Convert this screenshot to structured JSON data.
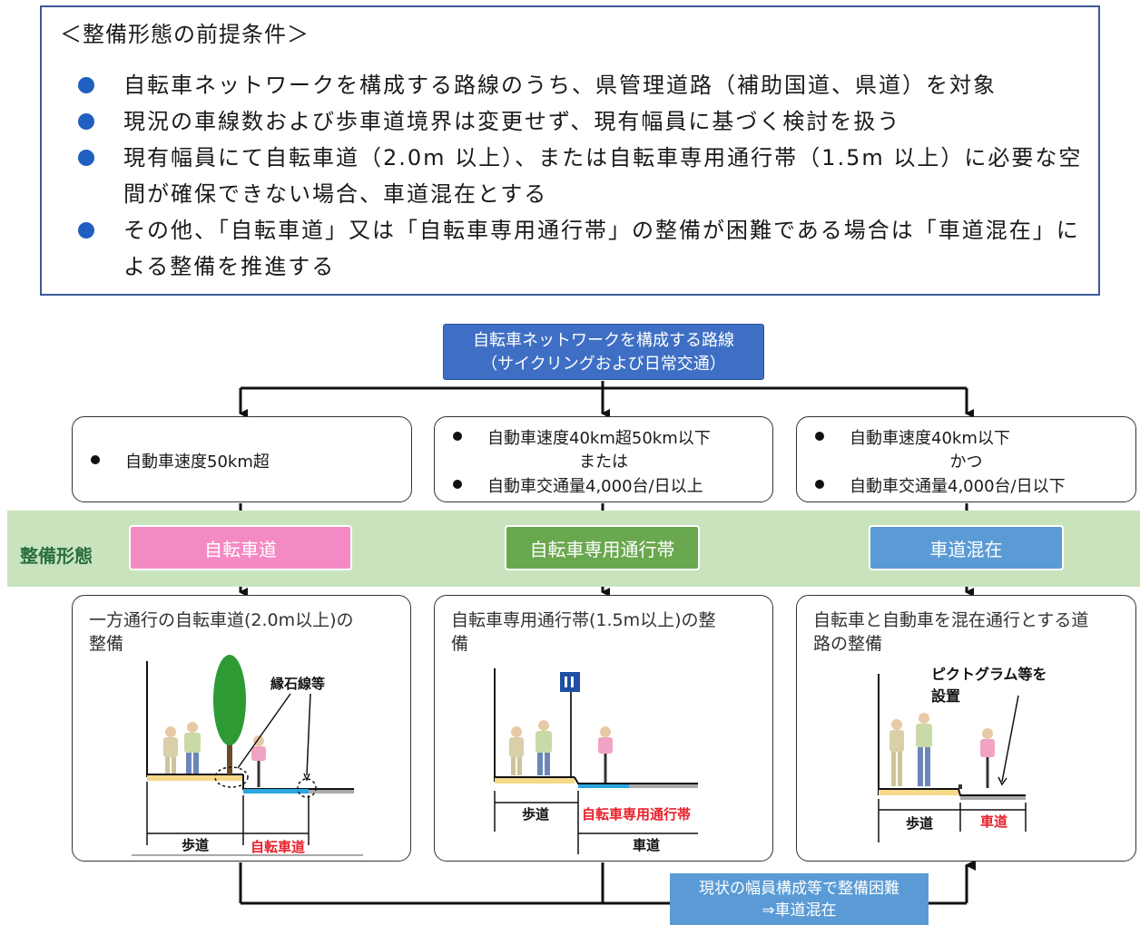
{
  "premise": {
    "title": "＜整備形態の前提条件＞",
    "bullets": [
      "自転車ネットワークを構成する路線のうち、県管理道路（補助国道、県道）を対象",
      "現況の車線数および歩車道境界は変更せず、現有幅員に基づく検討を扱う",
      "現有幅員にて自転車道（2.0m 以上）、または自転車専用通行帯（1.5m 以上）に必要な空間が確保できない場合、車道混在とする",
      "その他、「自転車道」又は「自転車専用通行帯」の整備が困難である場合は「車道混在」による整備を推進する"
    ]
  },
  "flow": {
    "top": {
      "line1": "自転車ネットワークを構成する路線",
      "line2": "（サイクリングおよび日常交通）"
    },
    "conditions": [
      {
        "lines": [
          "自動車速度50km超"
        ]
      },
      {
        "line1": "自動車速度40km超50km以下",
        "joiner": "または",
        "line2": "自動車交通量4,000台/日以上"
      },
      {
        "line1": "自動車速度40km以下",
        "joiner": "かつ",
        "line2": "自動車交通量4,000台/日以下"
      }
    ],
    "band_label": "整備形態",
    "types": [
      {
        "label": "自転車道",
        "color": "#f48ac3"
      },
      {
        "label": "自転車専用通行帯",
        "color": "#6aa84f"
      },
      {
        "label": "車道混在",
        "color": "#5b9bd5"
      }
    ],
    "descriptions": [
      {
        "line1": "一方通行の自転車道(2.0m以上)の",
        "line2": "整備"
      },
      {
        "line1": "自転車専用通行帯(1.5m以上)の整",
        "line2": "備"
      },
      {
        "line1": "自転車と自動車を混在通行とする道",
        "line2": "路の整備"
      }
    ],
    "illustrations": {
      "left": {
        "annotation": "縁石線等",
        "sidewalk": "歩道",
        "lane": "自転車道"
      },
      "middle": {
        "sidewalk": "歩道",
        "lane": "自転車専用通行帯",
        "road": "車道"
      },
      "right": {
        "annotation_line1": "ピクトグラム等を",
        "annotation_line2": "設置",
        "sidewalk": "歩道",
        "road": "車道"
      }
    },
    "bottom": {
      "line1": "現状の幅員構成等で整備困難",
      "line2": "⇒車道混在"
    }
  },
  "colors": {
    "accent_red": "#e8202a",
    "bullet_blue": "#1f5fbf",
    "top_box": "#3e6fc4"
  }
}
